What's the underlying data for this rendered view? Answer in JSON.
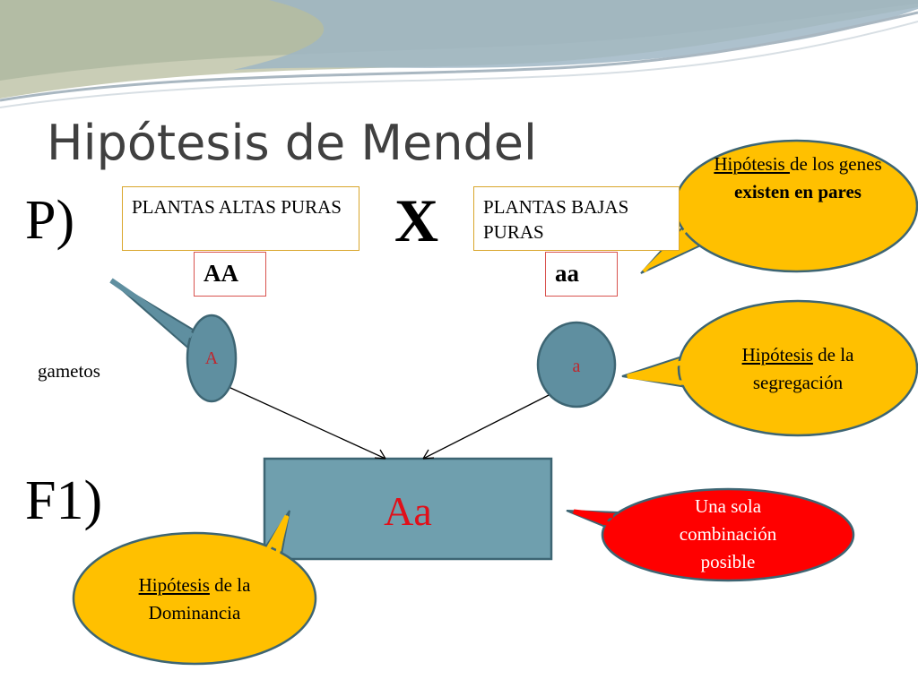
{
  "title": "Hipótesis de Mendel",
  "labels": {
    "p": "P)",
    "f1": "F1)",
    "gametos": "gametos",
    "cross": "X"
  },
  "parents": {
    "left": {
      "text": "PLANTAS ALTAS PURAS",
      "genotype": "AA"
    },
    "right": {
      "text": "PLANTAS BAJAS PURAS",
      "genotype": "aa"
    }
  },
  "gametes": {
    "left": "A",
    "right": "a"
  },
  "offspring": "Aa",
  "callouts": {
    "genes_pairs": {
      "underlined": "Hipótesis ",
      "plain": "de los genes",
      "bold": "existen en pares"
    },
    "segregation": {
      "underlined": "Hipótesis",
      "plain": " de la segregación"
    },
    "dominance": {
      "underlined": "Hipótesis",
      "plain": " de la Dominancia"
    },
    "single_combination": "Una sola combinación posible"
  },
  "colors": {
    "callout_yellow": "#ffc000",
    "callout_red": "#ff0000",
    "gamete_fill": "#5f8fa0",
    "offspring_fill": "#6f9fae",
    "title": "#404040"
  }
}
